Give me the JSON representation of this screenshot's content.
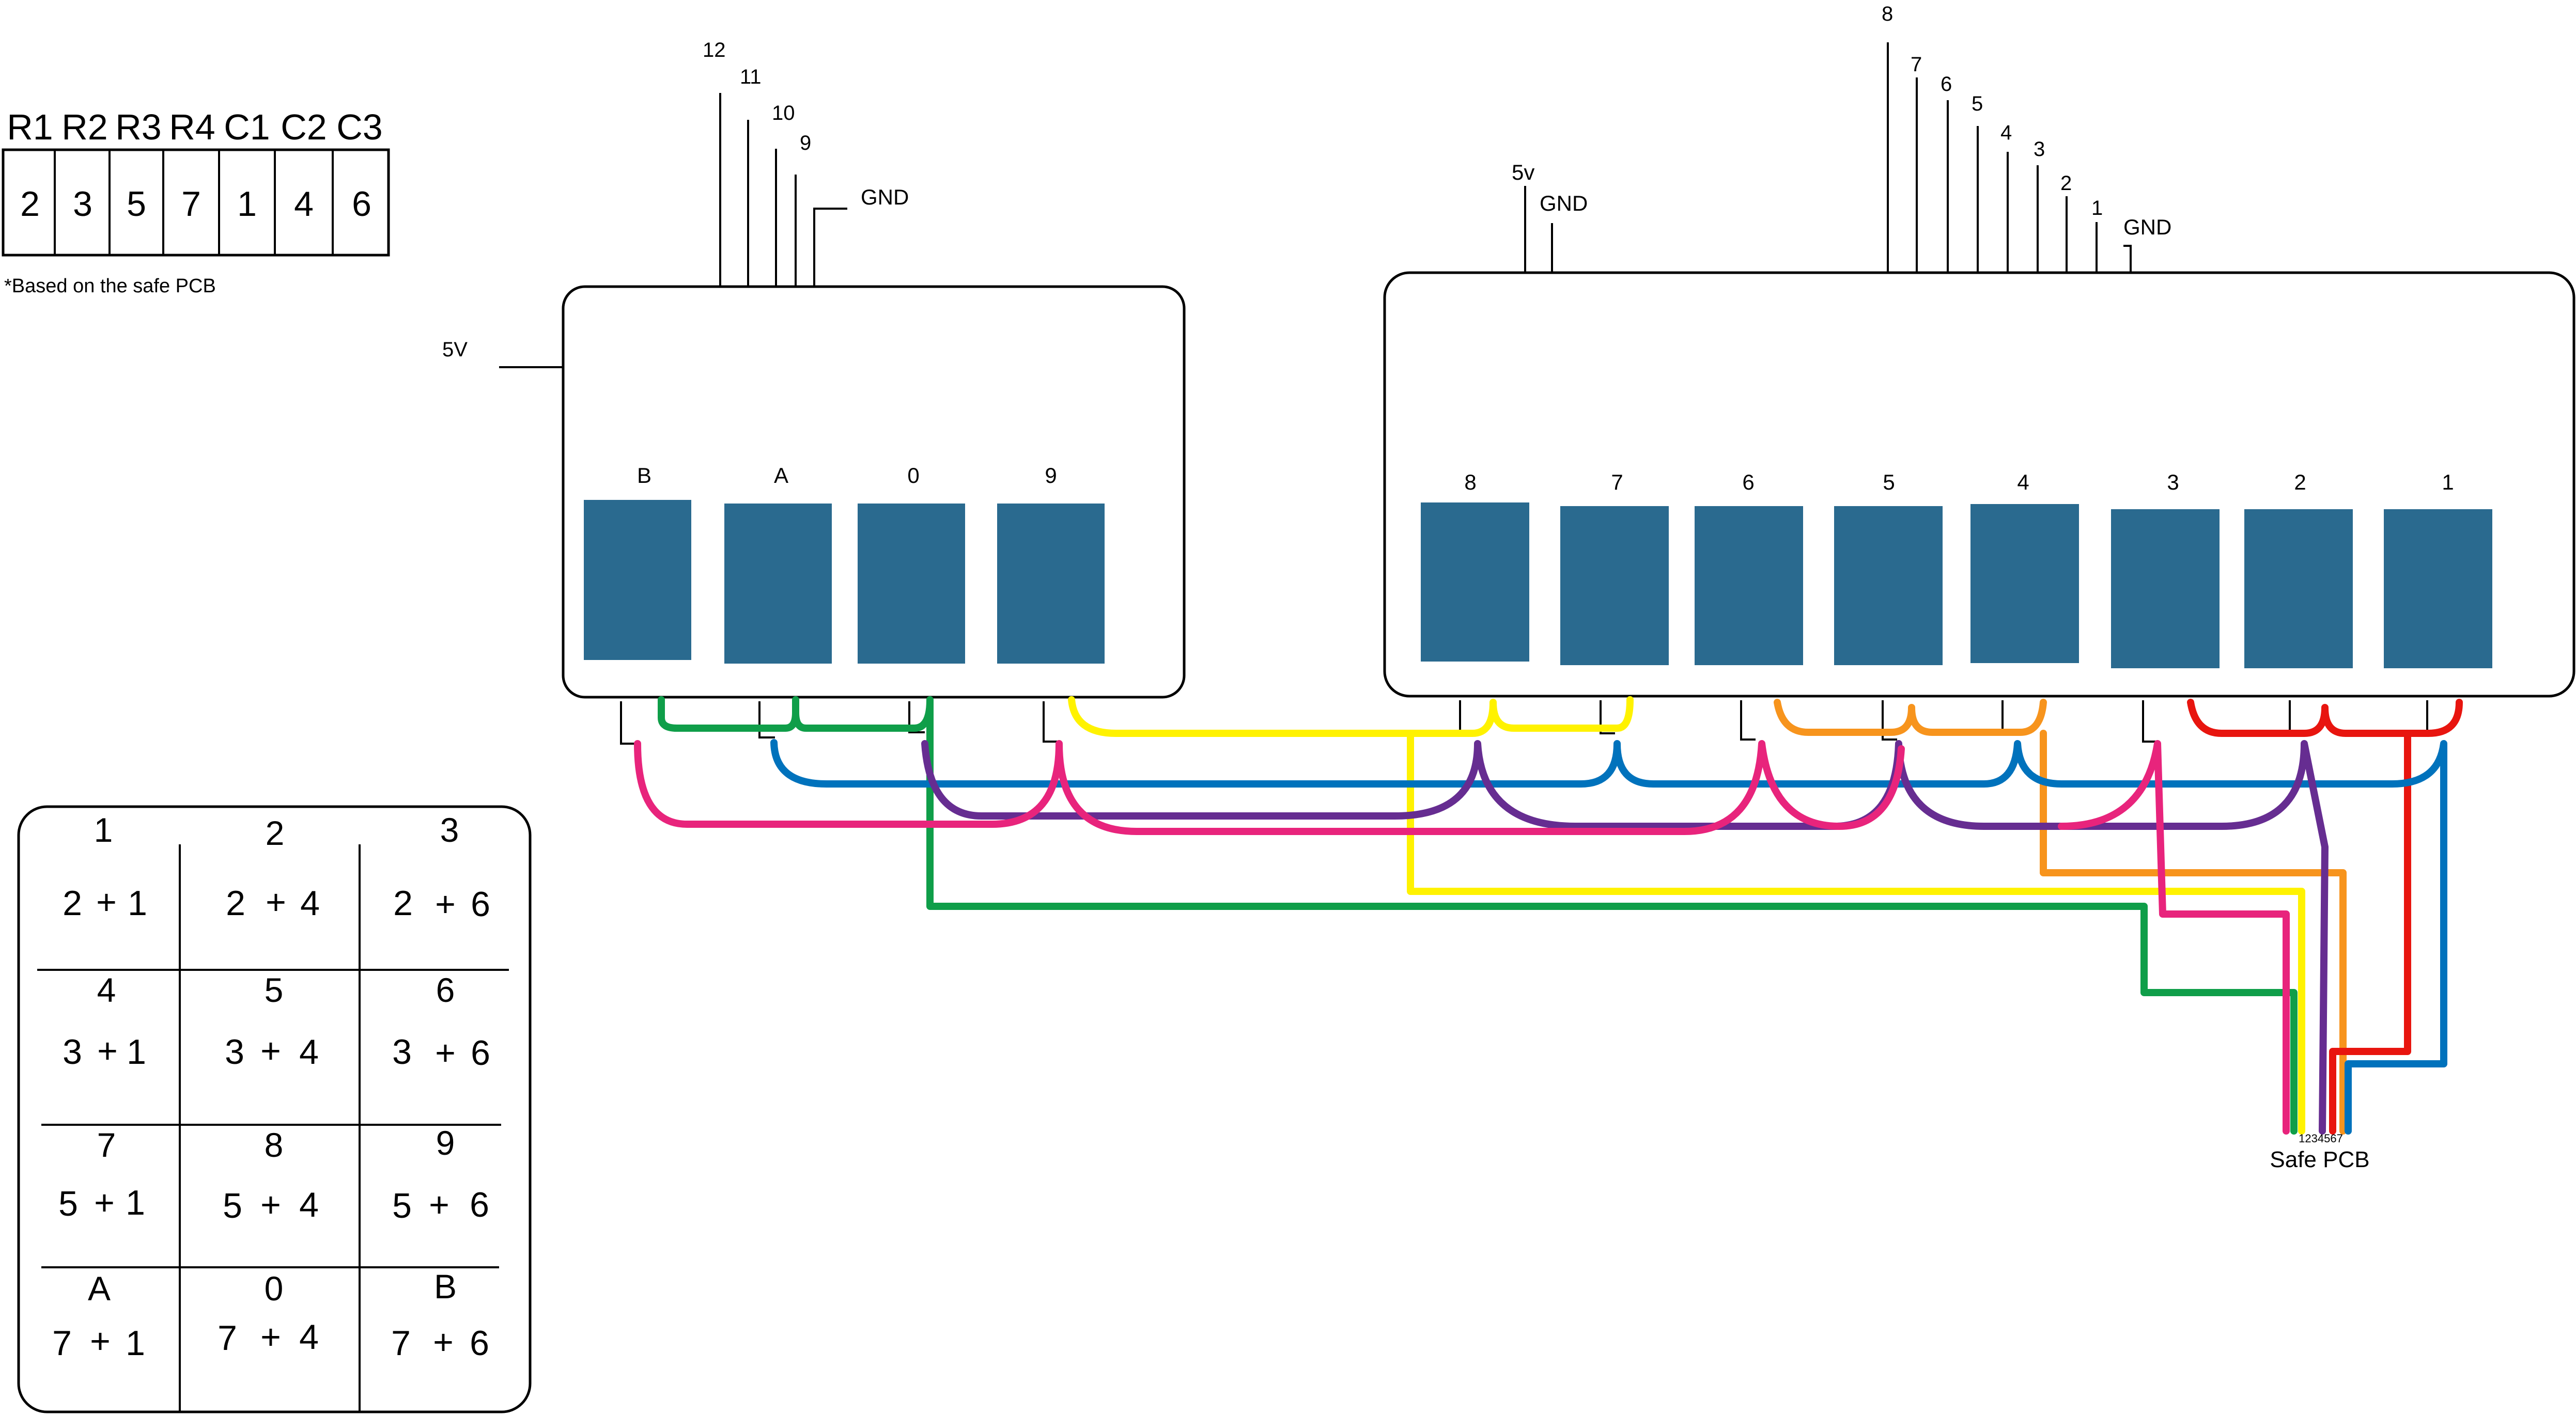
{
  "legend": {
    "headers": [
      "R1",
      "R2",
      "R3",
      "R4",
      "C1",
      "C2",
      "C3"
    ],
    "pins": [
      {
        "value": "2",
        "color": "#d7263d"
      },
      {
        "value": "3",
        "color": "#f28c28"
      },
      {
        "value": "5",
        "color": "#f2e218"
      },
      {
        "value": "7",
        "color": "#2fae4a"
      },
      {
        "value": "1",
        "color": "#1b6fb8"
      },
      {
        "value": "4",
        "color": "#6b2f8f"
      },
      {
        "value": "6",
        "color": "#e22bd0"
      }
    ],
    "note": "*Based on the safe PCB"
  },
  "keypad_map": {
    "plus": "+",
    "cells": [
      {
        "key": "1",
        "row": "2",
        "col": "1"
      },
      {
        "key": "2",
        "row": "2",
        "col": "4"
      },
      {
        "key": "3",
        "row": "2",
        "col": "6"
      },
      {
        "key": "4",
        "row": "3",
        "col": "1"
      },
      {
        "key": "5",
        "row": "3",
        "col": "4"
      },
      {
        "key": "6",
        "row": "3",
        "col": "6"
      },
      {
        "key": "7",
        "row": "5",
        "col": "1"
      },
      {
        "key": "8",
        "row": "5",
        "col": "4"
      },
      {
        "key": "9",
        "row": "5",
        "col": "6"
      },
      {
        "key": "A",
        "row": "7",
        "col": "1"
      },
      {
        "key": "0",
        "row": "7",
        "col": "4"
      },
      {
        "key": "B",
        "row": "7",
        "col": "6"
      }
    ]
  },
  "left_board": {
    "power_label": "5V",
    "pins": [
      "12",
      "11",
      "10",
      "9"
    ],
    "gnd": "GND",
    "buttons": [
      "B",
      "A",
      "0",
      "9"
    ]
  },
  "right_board": {
    "power_label": "5v",
    "gnd1": "GND",
    "pins": [
      "8",
      "7",
      "6",
      "5",
      "4",
      "3",
      "2",
      "1"
    ],
    "gnd2": "GND",
    "buttons": [
      "8",
      "7",
      "6",
      "5",
      "4",
      "3",
      "2",
      "1"
    ]
  },
  "safe_pcb": {
    "label": "Safe PCB",
    "pin_numbers": "1234567"
  },
  "wire_colors": {
    "red": "#e8150f",
    "orange": "#f7941d",
    "yellow": "#fff200",
    "green": "#0f9e49",
    "blue": "#0072bc",
    "purple": "#662d91",
    "pink": "#e8247c"
  }
}
